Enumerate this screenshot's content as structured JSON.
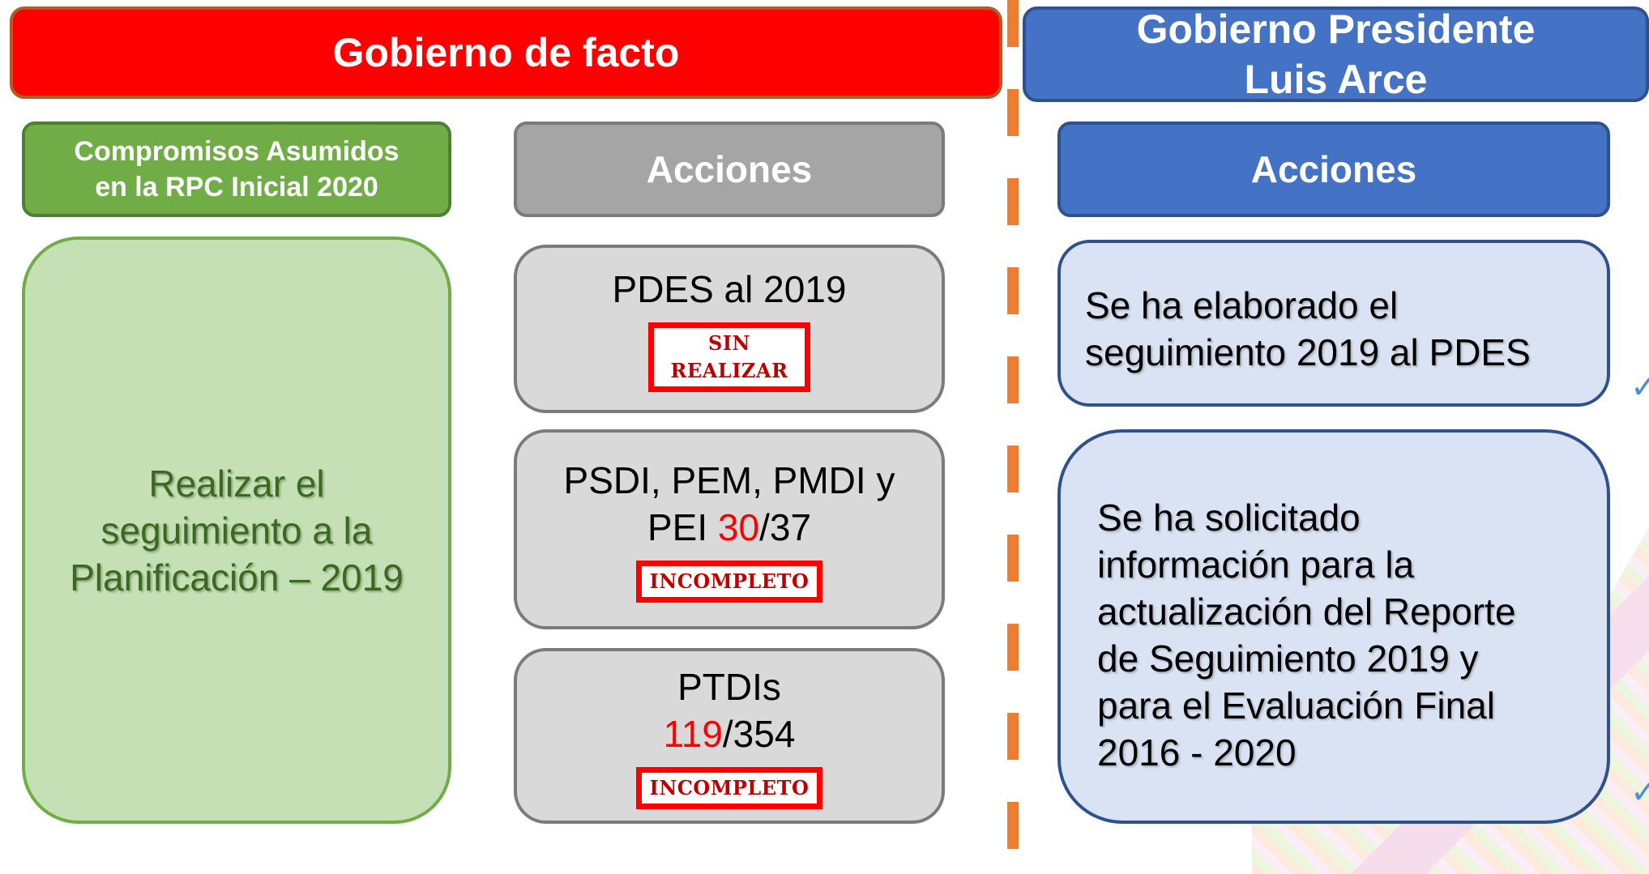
{
  "header_left": "Gobierno de facto",
  "header_right": [
    "Gobierno Presidente",
    "Luis Arce"
  ],
  "commitments_header": [
    "Compromisos Asumidos",
    "en la RPC Inicial 2020"
  ],
  "actions_header_left": "Acciones",
  "actions_header_right": "Acciones",
  "commitment": [
    "Realizar el",
    "seguimiento a la",
    "Planificación – 2019"
  ],
  "facto_actions": [
    {
      "line1": "PDES al 2019",
      "stamp": [
        "SIN",
        "REALIZAR"
      ]
    },
    {
      "line1": "PSDI, PEM, PMDI y",
      "prefix": "PEI ",
      "done": "30",
      "total": "/37",
      "stamp": [
        "INCOMPLETO"
      ]
    },
    {
      "line1": "PTDIs",
      "done": "119",
      "total": "/354",
      "stamp": [
        "INCOMPLETO"
      ]
    }
  ],
  "arce_actions": [
    [
      "Se ha elaborado el",
      "seguimiento 2019 al PDES"
    ],
    [
      "Se ha solicitado",
      "información para la",
      "actualización del Reporte",
      "de Seguimiento 2019 y",
      "para el Evaluación Final",
      "2016 - 2020"
    ]
  ],
  "colors": {
    "facto_header": "#ff0000",
    "arce_header": "#4472c4",
    "commitment_fill": "#c5e0b4",
    "divider": "#ed7d31",
    "highlight": "#ff0000"
  }
}
